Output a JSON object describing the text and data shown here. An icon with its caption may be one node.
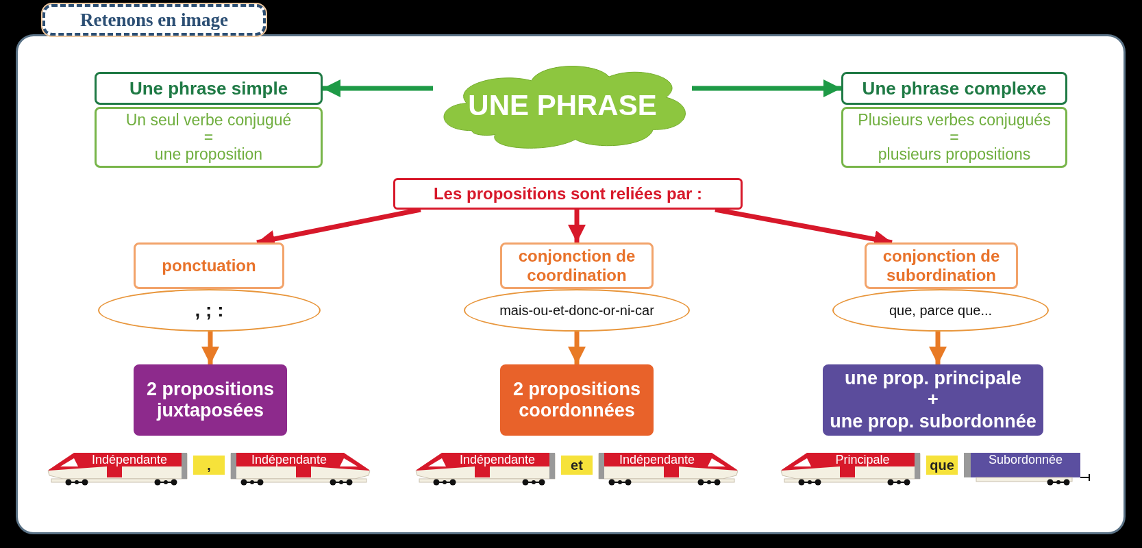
{
  "diagram": {
    "title": "Retenons en image",
    "nodes": [
      {
        "text": [
          "Une phrase simple"
        ]
      },
      {
        "text": [
          "Un seul verbe conjugué",
          "=",
          "une proposition"
        ]
      },
      {
        "text": [
          "UNE PHRASE"
        ]
      },
      {
        "text": [
          "Une phrase complexe"
        ]
      },
      {
        "text": [
          "Plusieurs verbes conjugués",
          "=",
          "plusieurs propositions"
        ]
      },
      {
        "text": [
          "Les propositions sont reliées par :"
        ]
      },
      {
        "text": [
          "ponctuation"
        ]
      },
      {
        "text": [
          ", ; :"
        ]
      },
      {
        "text": [
          "conjonction de coordination"
        ]
      },
      {
        "text": [
          "mais-ou-et-donc-or-ni-car"
        ]
      },
      {
        "text": [
          "conjonction de subordination"
        ]
      },
      {
        "text": [
          "que, parce que..."
        ]
      },
      {
        "text": [
          "2 propositions juxtaposées"
        ]
      },
      {
        "text": [
          "2 propositions coordonnées"
        ]
      },
      {
        "text": [
          "une prop. principale",
          "+",
          "une prop. subordonnée"
        ]
      }
    ],
    "edges": [
      {
        "from": 2,
        "to": 0,
        "arrow": "to",
        "color": "#1e9a46"
      },
      {
        "from": 2,
        "to": 3,
        "arrow": "to",
        "color": "#1e9a46"
      },
      {
        "from": 5,
        "to": 6,
        "arrow": "to",
        "color": "#d7182a"
      },
      {
        "from": 5,
        "to": 8,
        "arrow": "to",
        "color": "#d7182a"
      },
      {
        "from": 5,
        "to": 10,
        "arrow": "to",
        "color": "#d7182a"
      },
      {
        "from": 7,
        "to": 12,
        "arrow": "to",
        "color": "#e87a25"
      },
      {
        "from": 9,
        "to": 13,
        "arrow": "to",
        "color": "#e87a25"
      },
      {
        "from": 11,
        "to": 14,
        "arrow": "to",
        "color": "#e87a25"
      }
    ],
    "labels": [
      "Indépendante",
      ",",
      "Indépendante",
      "Indépendante",
      "et",
      "Indépendante",
      "Principale",
      "que",
      "Subordonnée"
    ]
  }
}
